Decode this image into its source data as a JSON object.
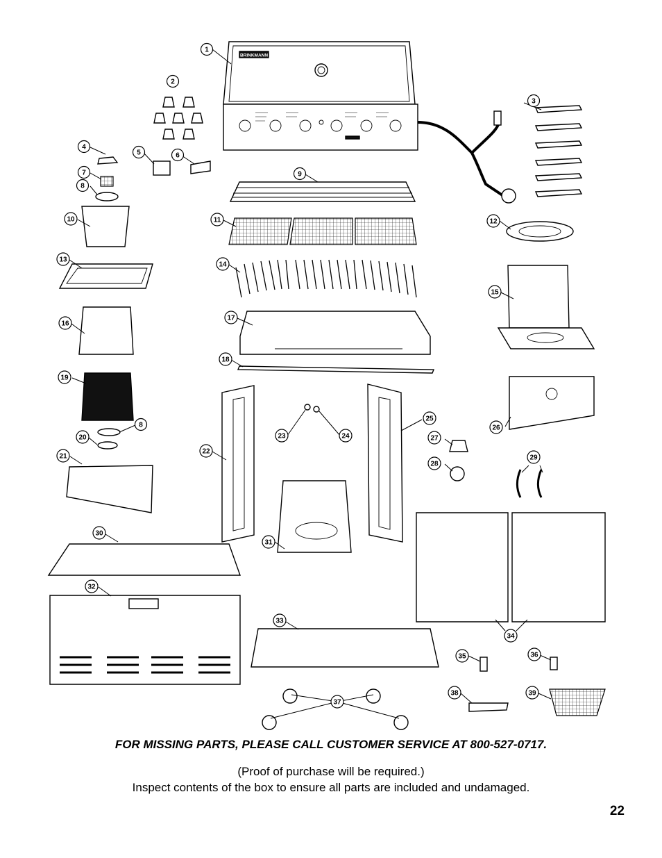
{
  "diagram": {
    "callouts": [
      {
        "n": "1"
      },
      {
        "n": "2"
      },
      {
        "n": "3"
      },
      {
        "n": "4"
      },
      {
        "n": "5"
      },
      {
        "n": "6"
      },
      {
        "n": "7"
      },
      {
        "n": "8"
      },
      {
        "n": "9"
      },
      {
        "n": "10"
      },
      {
        "n": "11"
      },
      {
        "n": "12"
      },
      {
        "n": "13"
      },
      {
        "n": "14"
      },
      {
        "n": "15"
      },
      {
        "n": "16"
      },
      {
        "n": "17"
      },
      {
        "n": "18"
      },
      {
        "n": "19"
      },
      {
        "n": "8"
      },
      {
        "n": "20"
      },
      {
        "n": "21"
      },
      {
        "n": "22"
      },
      {
        "n": "23"
      },
      {
        "n": "24"
      },
      {
        "n": "25"
      },
      {
        "n": "26"
      },
      {
        "n": "27"
      },
      {
        "n": "28"
      },
      {
        "n": "29"
      },
      {
        "n": "30"
      },
      {
        "n": "31"
      },
      {
        "n": "32"
      },
      {
        "n": "33"
      },
      {
        "n": "34"
      },
      {
        "n": "35"
      },
      {
        "n": "36"
      },
      {
        "n": "37"
      },
      {
        "n": "38"
      },
      {
        "n": "39"
      }
    ],
    "brand_plate": "BRINKMANN"
  },
  "footer": {
    "missing_parts": "FOR MISSING PARTS, PLEASE CALL CUSTOMER SERVICE AT 800-527-0717.",
    "proof_note": "(Proof of purchase will be required.)",
    "inspect_note": "Inspect contents of the box to ensure all parts are included and undamaged.",
    "page_number": "22"
  }
}
